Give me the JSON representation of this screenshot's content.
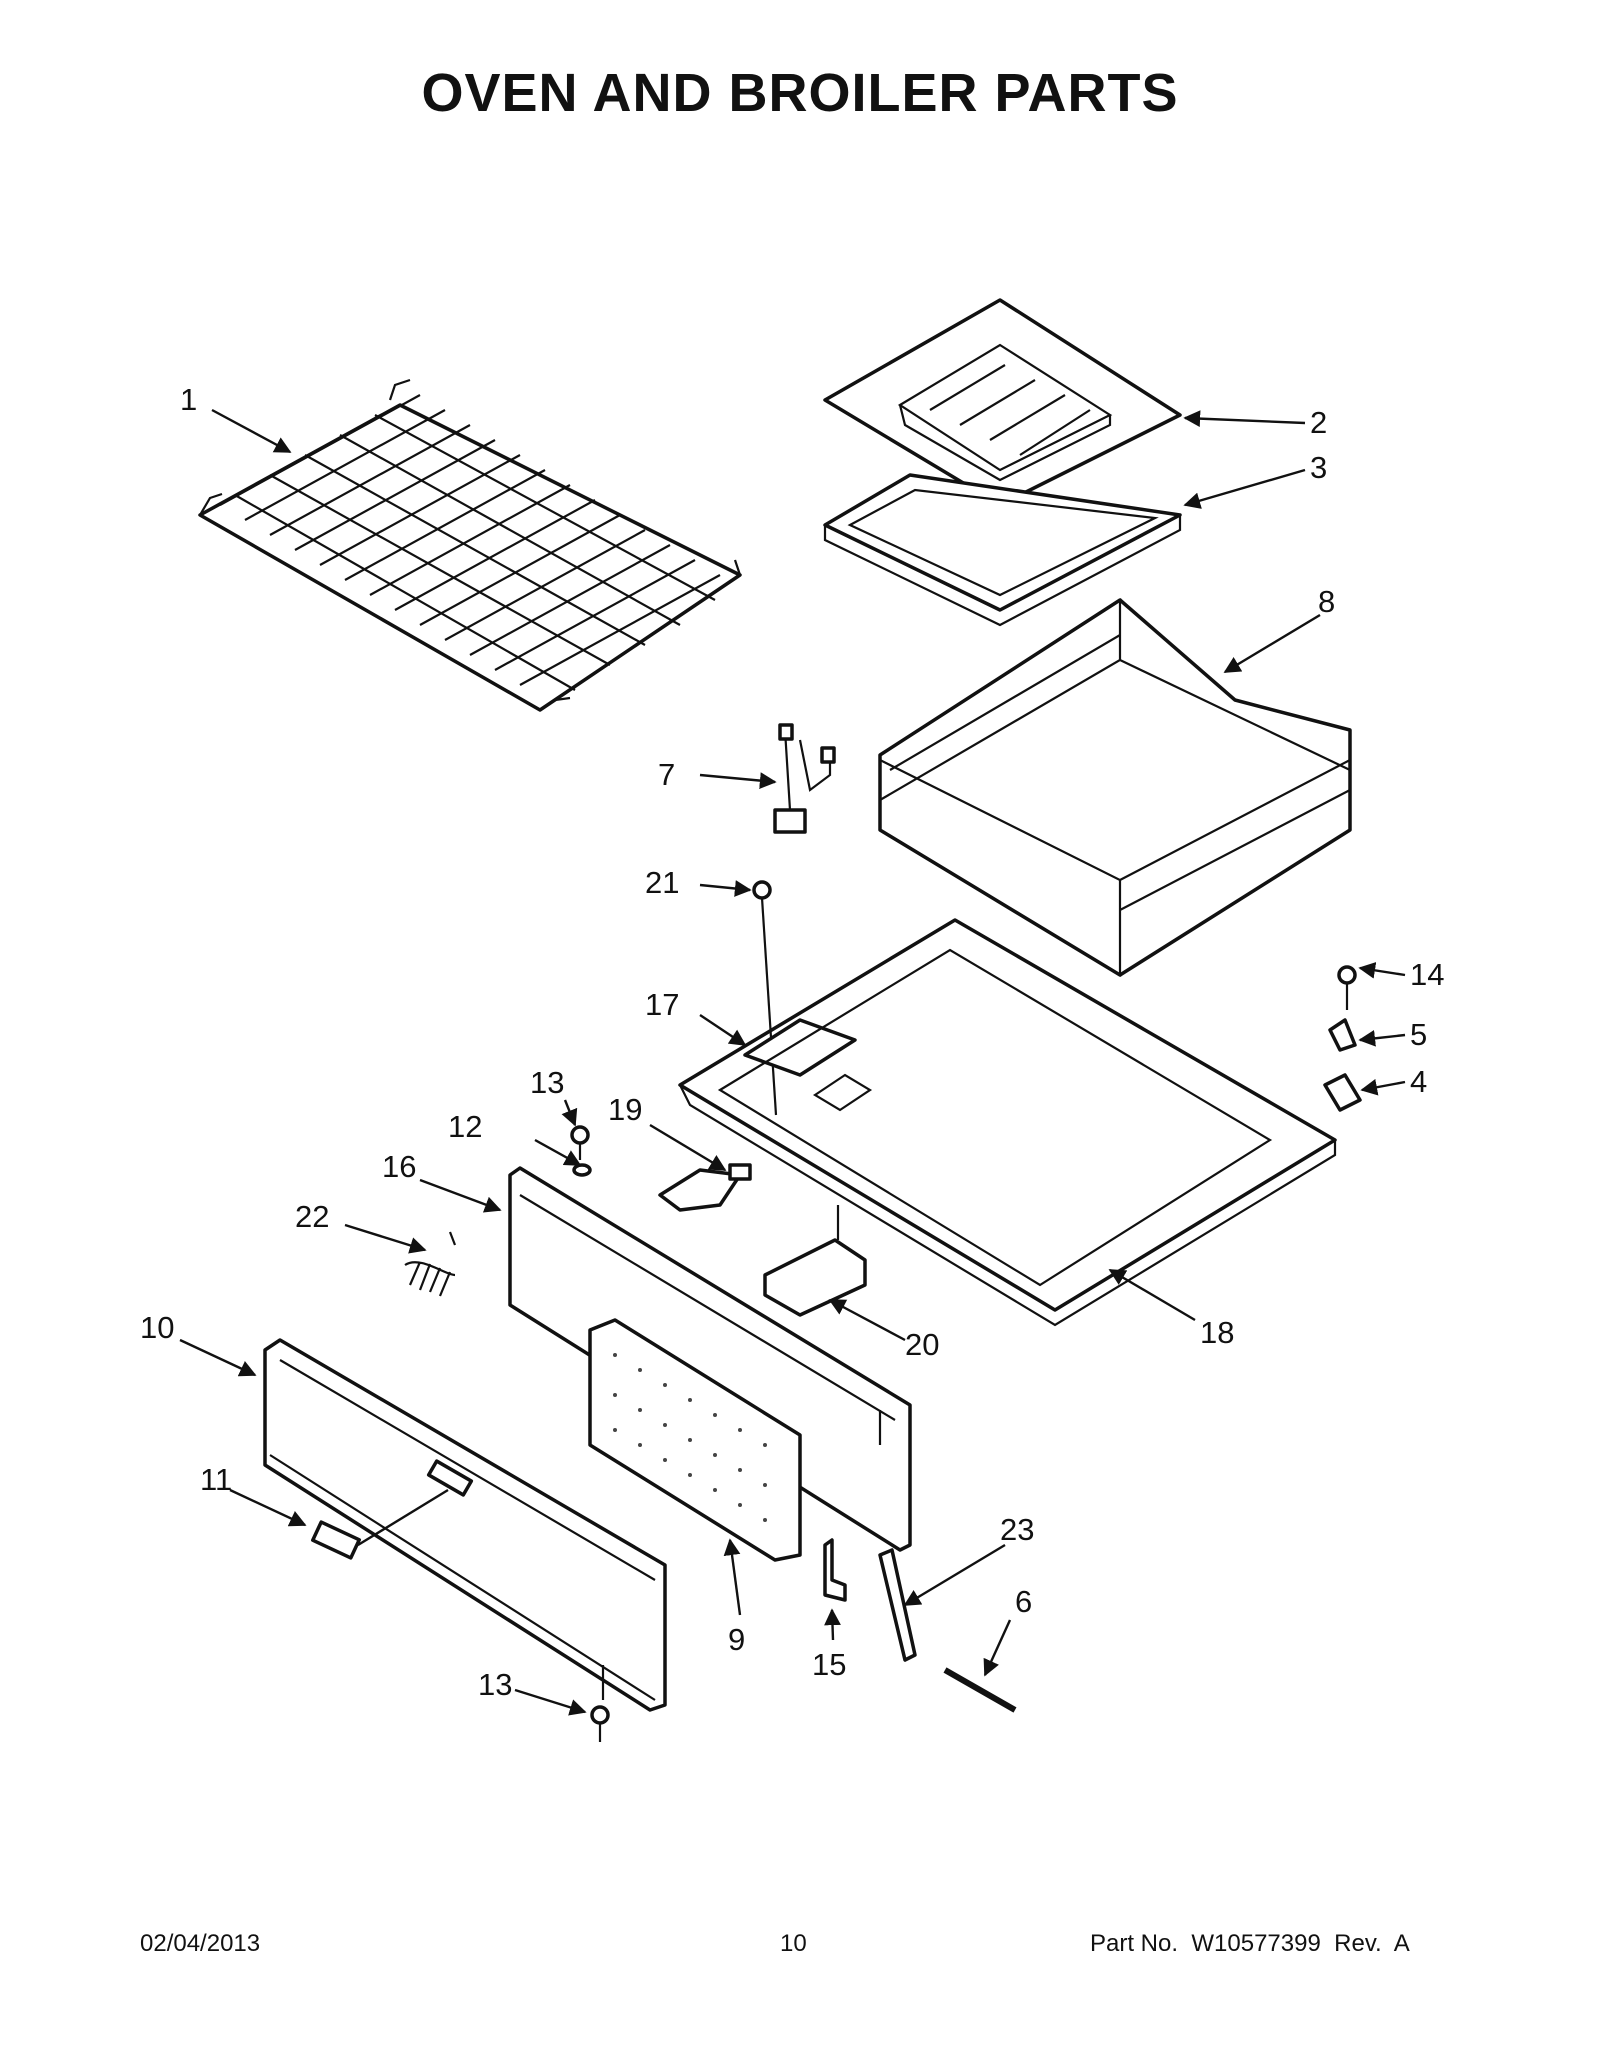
{
  "title": "OVEN AND BROILER PARTS",
  "footer": {
    "date": "02/04/2013",
    "page": "10",
    "part_no": "Part No.  W10577399  Rev.  A"
  },
  "callouts": [
    "1",
    "2",
    "3",
    "8",
    "7",
    "21",
    "17",
    "14",
    "5",
    "4",
    "13",
    "19",
    "12",
    "16",
    "22",
    "10",
    "20",
    "18",
    "11",
    "9",
    "15",
    "23",
    "6",
    "13"
  ]
}
